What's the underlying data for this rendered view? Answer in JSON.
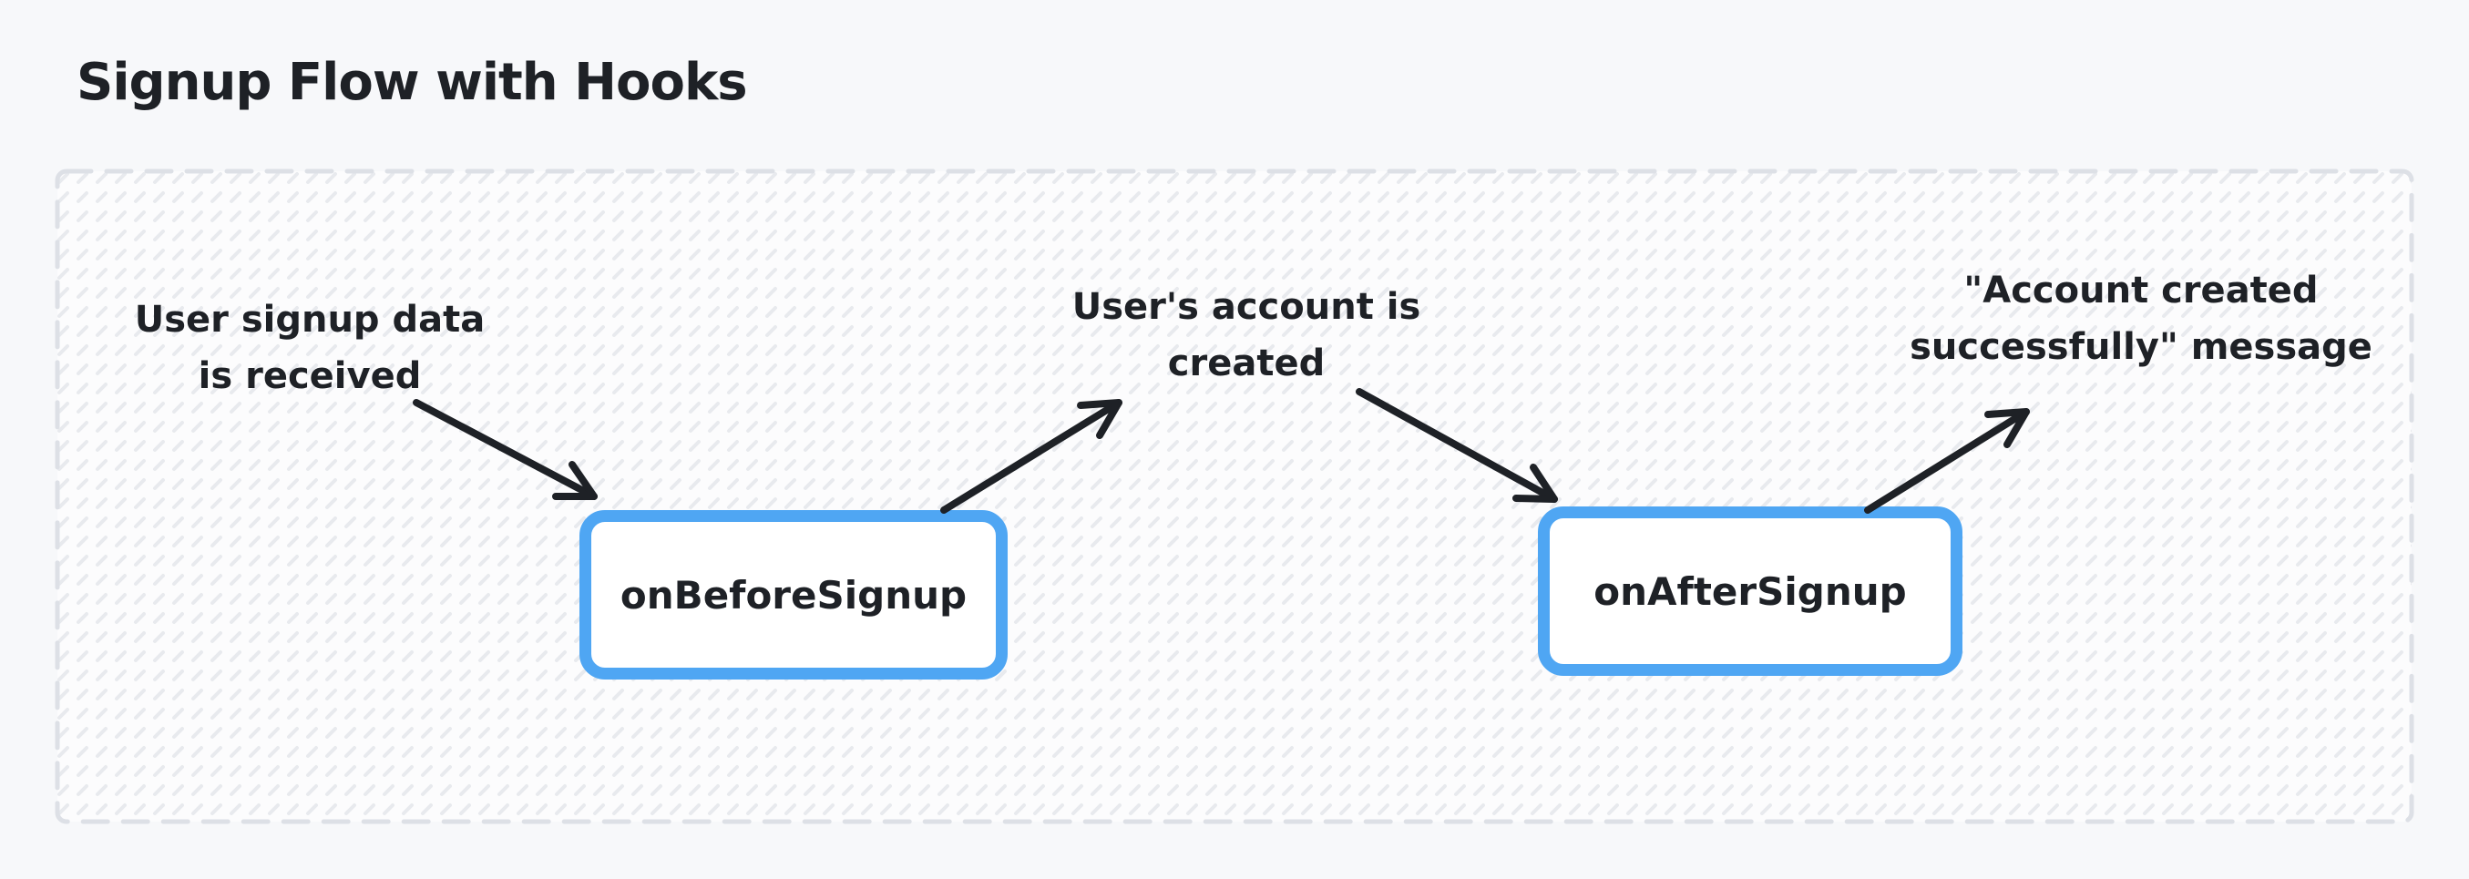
{
  "title": "Signup Flow with Hooks",
  "colors": {
    "page_bg": "#f7f8fa",
    "frame_border": "#dde0e6",
    "frame_bg": "#fcfcfd",
    "hatch": "#e8eaee",
    "node_border": "#4fa6f3",
    "node_bg": "#ffffff",
    "ink": "#1e2126"
  },
  "diagram": {
    "nodes": [
      {
        "label": "onBeforeSignup"
      },
      {
        "label": "onAfterSignup"
      }
    ],
    "annotations": [
      {
        "lines": [
          "User signup data",
          "is received"
        ]
      },
      {
        "lines": [
          "User's account is",
          "created"
        ]
      },
      {
        "lines": [
          "\"Account created",
          "successfully\" message"
        ]
      }
    ],
    "edges": [
      {
        "from": "user-signup-data",
        "to": "onBeforeSignup"
      },
      {
        "from": "onBeforeSignup",
        "to": "users-account-created"
      },
      {
        "from": "users-account-created",
        "to": "onAfterSignup"
      },
      {
        "from": "onAfterSignup",
        "to": "account-created-message"
      }
    ]
  }
}
